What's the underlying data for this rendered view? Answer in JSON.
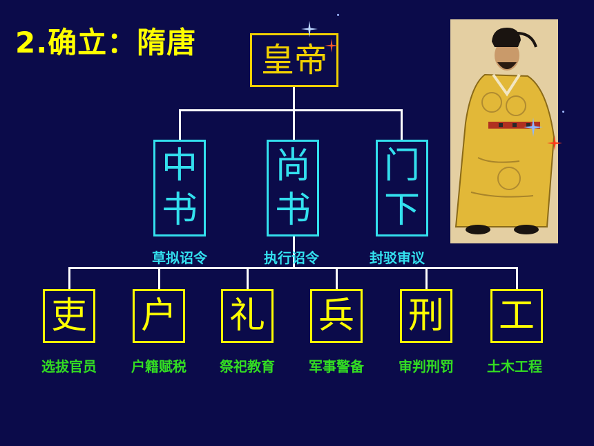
{
  "title": "2.确立：隋唐",
  "emperor": {
    "label": "皇帝"
  },
  "councils": [
    {
      "chars": [
        "中",
        "书"
      ],
      "role": "草拟诏令"
    },
    {
      "chars": [
        "尚",
        "书"
      ],
      "role": "执行诏令"
    },
    {
      "chars": [
        "门",
        "下"
      ],
      "role": "封驳审议"
    }
  ],
  "ministries": [
    {
      "label": "吏",
      "duty": "选拔官员"
    },
    {
      "label": "户",
      "duty": "户籍赋税"
    },
    {
      "label": "礼",
      "duty": "祭祀教育"
    },
    {
      "label": "兵",
      "duty": "军事警备"
    },
    {
      "label": "刑",
      "duty": "审判刑罚"
    },
    {
      "label": "工",
      "duty": "土木工程"
    }
  ],
  "colors": {
    "background": "#0b0b4a",
    "title": "#ffff00",
    "emperor_border": "#f0d000",
    "council_border": "#33e0ee",
    "ministry_border": "#ffff00",
    "role_text": "#33e0ee",
    "duty_text": "#33dd22",
    "connector": "#ffffff"
  },
  "portrait_icon": "emperor-portrait-icon"
}
